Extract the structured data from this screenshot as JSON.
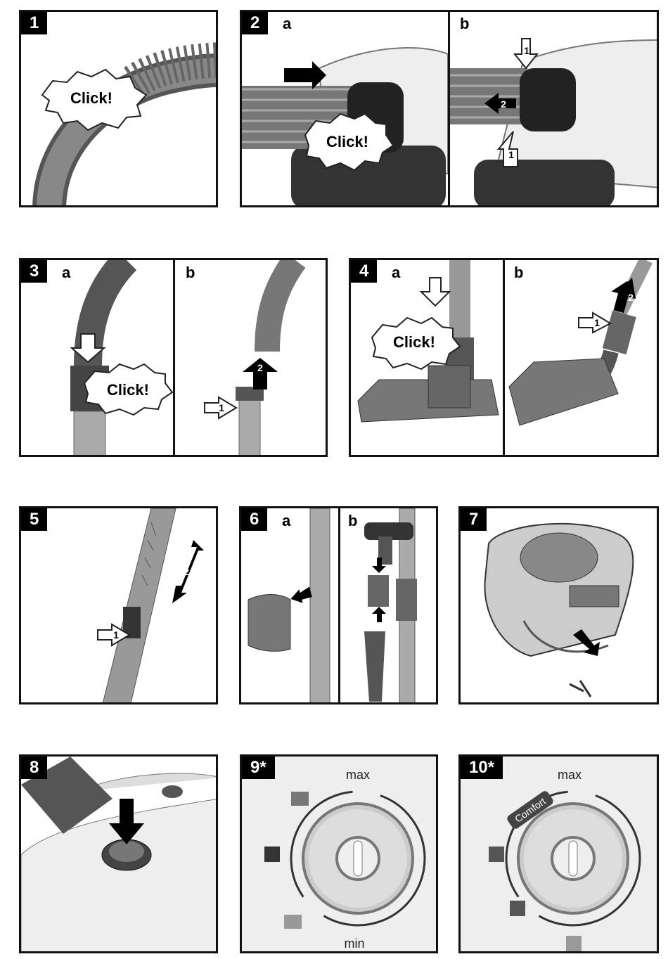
{
  "steps": [
    {
      "number": "1",
      "click": "Click!"
    },
    {
      "number": "2",
      "sub_a": "a",
      "sub_b": "b",
      "click": "Click!",
      "arrow_1": "1",
      "arrow_1b": "1",
      "arrow_2": "2"
    },
    {
      "number": "3",
      "sub_a": "a",
      "sub_b": "b",
      "click": "Click!",
      "arrow_1": "1",
      "arrow_2": "2"
    },
    {
      "number": "4",
      "sub_a": "a",
      "sub_b": "b",
      "click": "Click!",
      "arrow_1": "1",
      "arrow_2": "2"
    },
    {
      "number": "5",
      "arrow_1": "1",
      "arrow_2": "2"
    },
    {
      "number": "6",
      "sub_a": "a",
      "sub_b": "b"
    },
    {
      "number": "7"
    },
    {
      "number": "8"
    },
    {
      "number": "9*",
      "dial_max": "max",
      "dial_min": "min"
    },
    {
      "number": "10*",
      "dial_max": "max",
      "dial_comfort": "Comfort"
    }
  ],
  "icons": [
    "hose-icon",
    "vacuum-cleaner-icon",
    "floor-nozzle-icon",
    "telescopic-tube-icon",
    "accessory-holder-icon",
    "power-button-icon",
    "suction-dial-icon",
    "arrow-icon"
  ]
}
